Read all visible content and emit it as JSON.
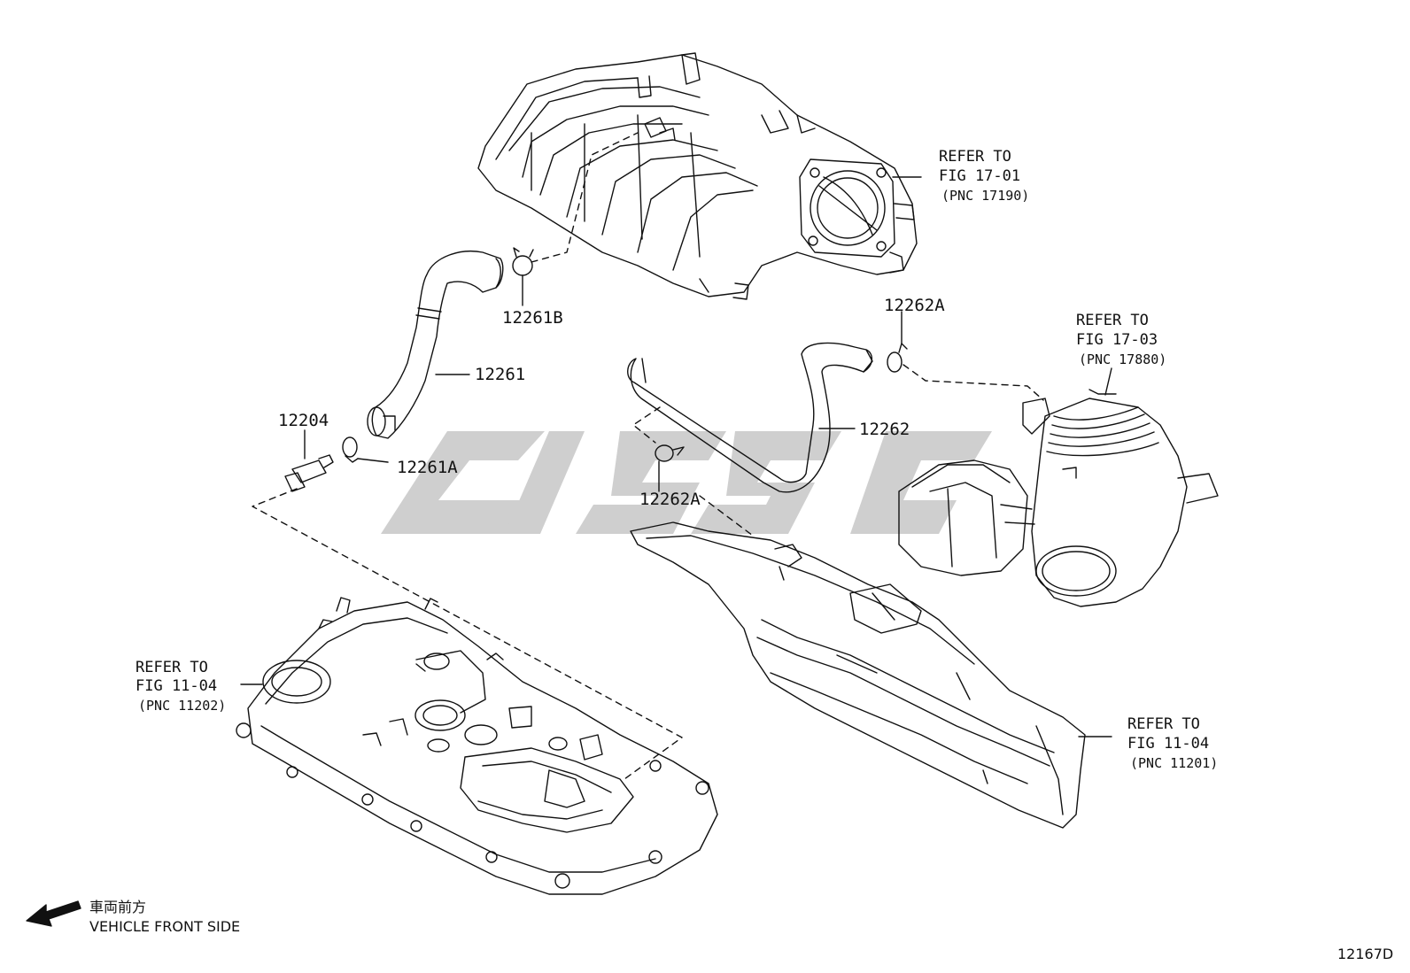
{
  "parts": {
    "p12261B": "12261B",
    "p12261": "12261",
    "p12204": "12204",
    "p12261A": "12261A",
    "p12262A_top": "12262A",
    "p12262": "12262",
    "p12262A_mid": "12262A"
  },
  "refs": {
    "ref1": {
      "line1": "REFER TO",
      "line2": "FIG 17-01",
      "line3": "(PNC 17190)"
    },
    "ref2": {
      "line1": "REFER TO",
      "line2": "FIG 17-03",
      "line3": "(PNC 17880)"
    },
    "ref3": {
      "line1": "REFER TO",
      "line2": "FIG 11-04",
      "line3": "(PNC 11202)"
    },
    "ref4": {
      "line1": "REFER TO",
      "line2": "FIG 11-04",
      "line3": "(PNC 11201)"
    }
  },
  "front": {
    "jp": "車両前方",
    "en": "VEHICLE FRONT SIDE"
  },
  "figure_number": "12167D",
  "colors": {
    "line": "#111111",
    "watermark": "#c4c4c4"
  }
}
